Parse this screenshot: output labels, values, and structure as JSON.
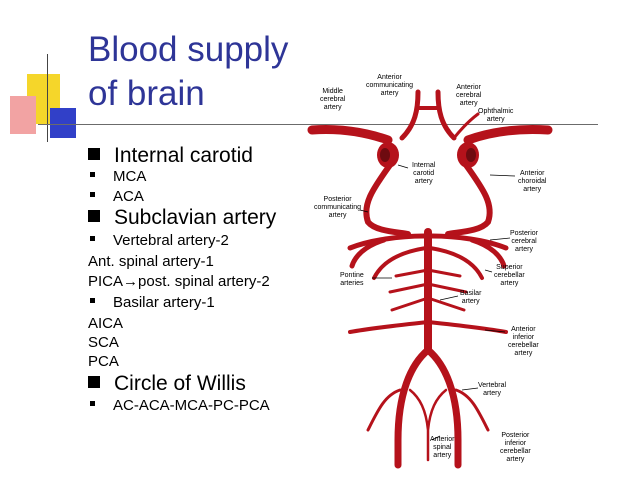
{
  "slide": {
    "title_line1": "Blood supply",
    "title_line2": "of brain",
    "items": [
      {
        "kind": "b1",
        "text": "Internal carotid"
      },
      {
        "kind": "b2",
        "text": "MCA"
      },
      {
        "kind": "b2",
        "text": "ACA"
      },
      {
        "kind": "b1",
        "text": "Subclavian artery"
      },
      {
        "kind": "b2",
        "text": "Vertebral artery-2"
      },
      {
        "kind": "plain",
        "text": "Ant. spinal artery-1"
      },
      {
        "kind": "plain",
        "text": "PICA→post. spinal artery-2"
      },
      {
        "kind": "b2",
        "text": "Basilar artery-1"
      },
      {
        "kind": "plain",
        "text": "AICA"
      },
      {
        "kind": "plain",
        "text": "SCA"
      },
      {
        "kind": "plain",
        "text": "PCA"
      },
      {
        "kind": "b1",
        "text": "Circle of Willis"
      },
      {
        "kind": "b2",
        "text": "AC-ACA-MCA-PC-PCA"
      }
    ]
  },
  "diagram_labels": {
    "anterior_communicating": [
      "Anterior",
      "communicating",
      "artery"
    ],
    "middle_cerebral": [
      "Middle",
      "cerebral",
      "artery"
    ],
    "anterior_cerebral": [
      "Anterior",
      "cerebral",
      "artery"
    ],
    "ophthalmic": [
      "Ophthalmic",
      "artery"
    ],
    "internal_carotid": [
      "Internal",
      "carotid",
      "artery"
    ],
    "anterior_choroidal": [
      "Anterior",
      "choroidal",
      "artery"
    ],
    "posterior_communicating": [
      "Posterior",
      "communicating",
      "artery"
    ],
    "posterior_cerebral": [
      "Posterior",
      "cerebral",
      "artery"
    ],
    "superior_cerebellar": [
      "Superior",
      "cerebellar",
      "artery"
    ],
    "pontine": [
      "Pontine",
      "arteries"
    ],
    "basilar": [
      "Basilar",
      "artery"
    ],
    "anterior_inferior_cerebellar": [
      "Anterior",
      "inferior",
      "cerebellar",
      "artery"
    ],
    "vertebral": [
      "Vertebral",
      "artery"
    ],
    "anterior_spinal": [
      "Anterior",
      "spinal",
      "artery"
    ],
    "posterior_inferior_cerebellar": [
      "Posterior",
      "inferior",
      "cerebellar",
      "artery"
    ]
  }
}
